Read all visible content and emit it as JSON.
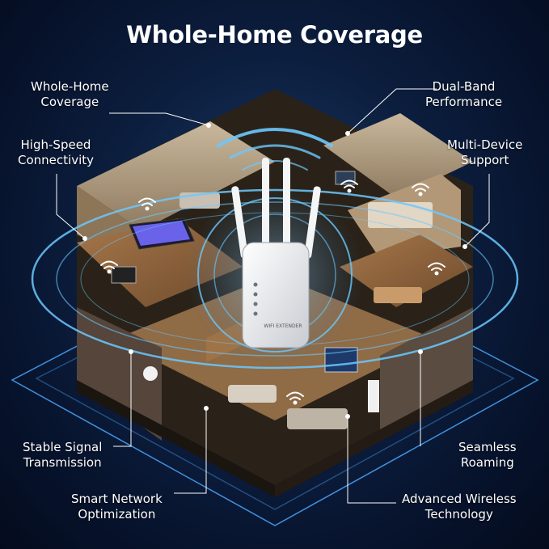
{
  "title": "Whole-Home Coverage",
  "labels": {
    "whole_home": [
      "Whole-Home",
      "Coverage"
    ],
    "dual_band": [
      "Dual-Band",
      "Performance"
    ],
    "high_speed": [
      "High-Speed",
      "Connectivity"
    ],
    "multi_device": [
      "Multi-Device",
      "Support"
    ],
    "stable_signal": [
      "Stable Signal",
      "Transmission"
    ],
    "seamless": [
      "Seamless",
      "Roaming"
    ],
    "smart_network": [
      "Smart Network",
      "Optimization"
    ],
    "advanced_wireless": [
      "Advanced Wireless",
      "Technology"
    ]
  },
  "device_brand": "WIFI EXTENDER",
  "colors": {
    "background": "#0c1e3e",
    "glow": "#6cc8ff",
    "text": "#ffffff"
  }
}
